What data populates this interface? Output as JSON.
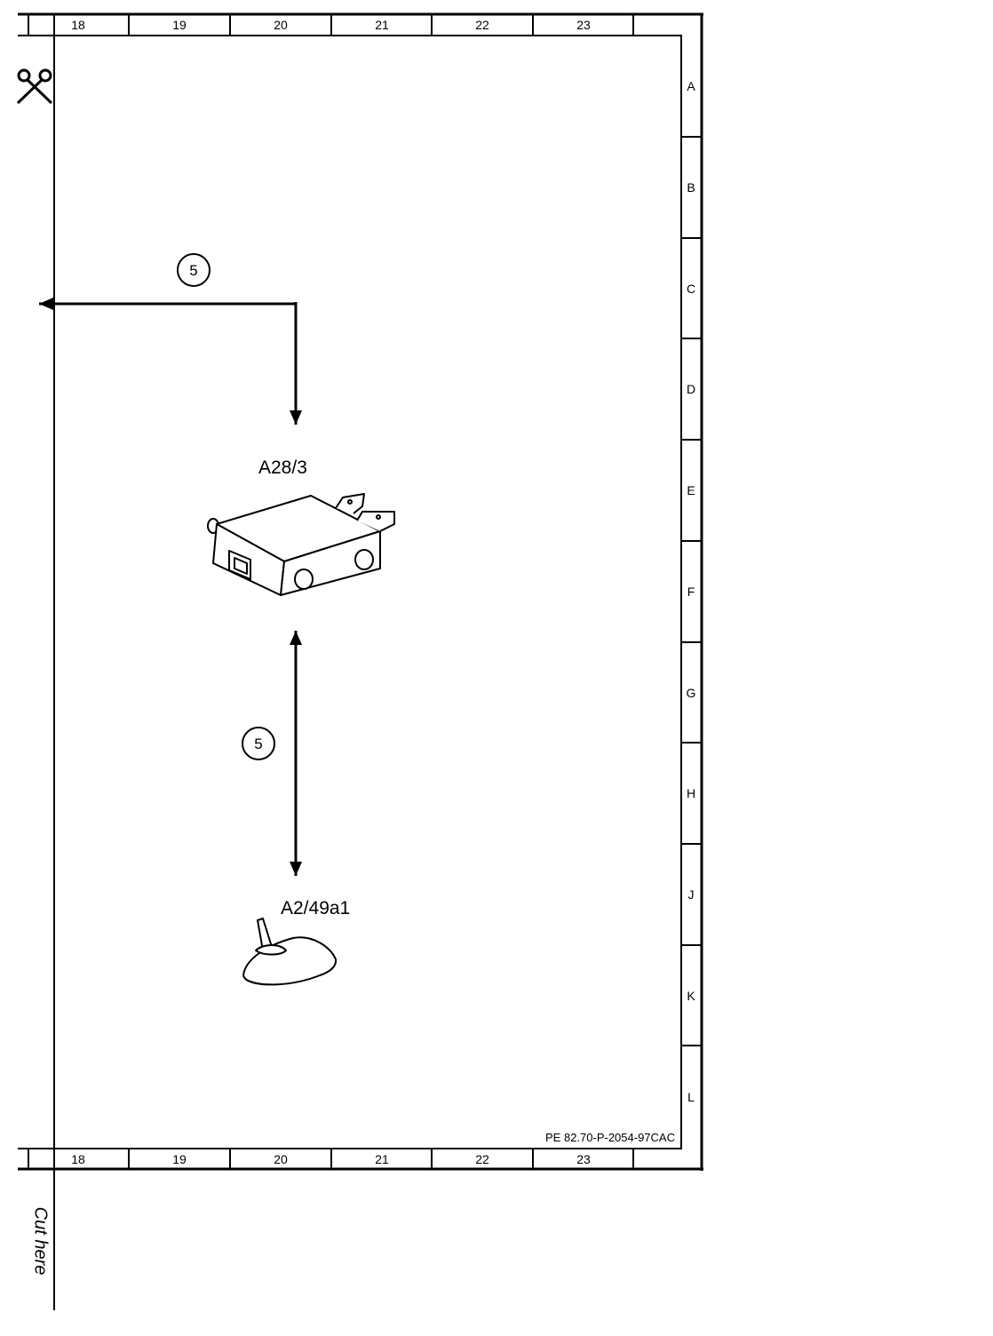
{
  "frame": {
    "column_labels": [
      "18",
      "19",
      "20",
      "21",
      "22",
      "23"
    ],
    "row_labels": [
      "A",
      "B",
      "C",
      "D",
      "E",
      "F",
      "G",
      "H",
      "J",
      "K",
      "L"
    ],
    "document_id": "PE 82.70-P-2054-97CAC",
    "cut_here_label": "Cut here"
  },
  "components": {
    "upper_component_label": "A28/3",
    "lower_component_label": "A2/49a1"
  },
  "connections": {
    "upper_connection_number": "5",
    "lower_connection_number": "5"
  },
  "icons": [
    "scissors-icon",
    "circuit-breaker-icon",
    "antenna-icon"
  ],
  "colors": {
    "ink": "#000000",
    "paper": "#ffffff"
  }
}
